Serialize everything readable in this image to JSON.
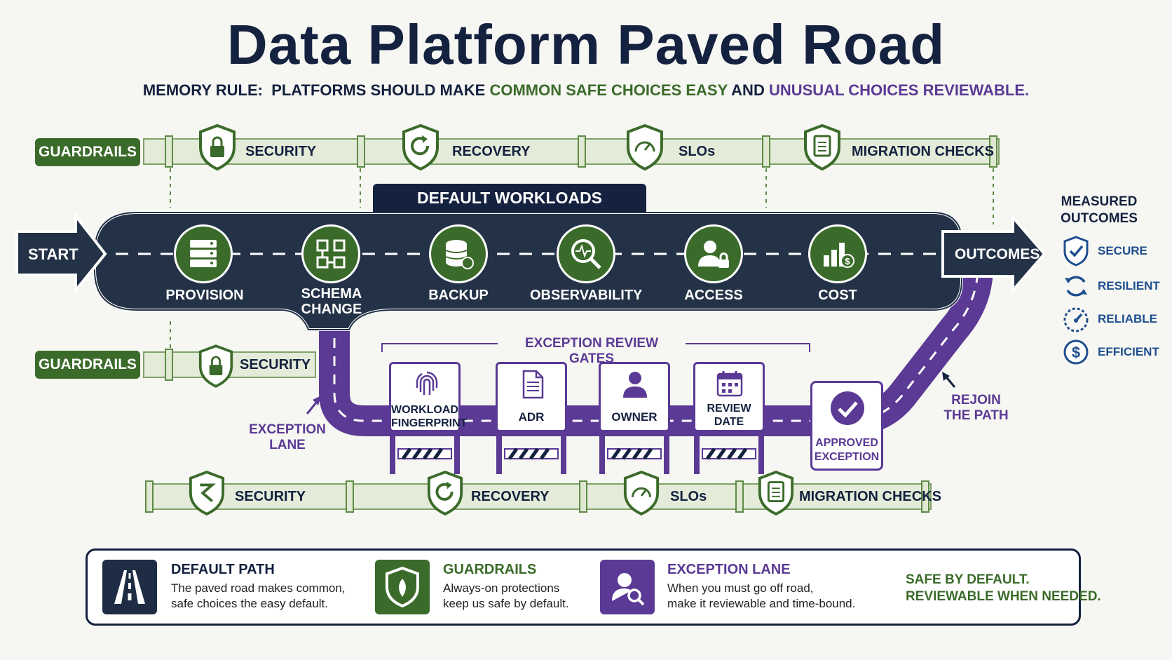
{
  "title": "Data Platform Paved Road",
  "rule": {
    "prefix": "MEMORY RULE:",
    "part1": "PLATFORMS SHOULD MAKE",
    "safe": "COMMON SAFE CHOICES EASY",
    "and": "AND",
    "unusual": "UNUSUAL CHOICES REVIEWABLE."
  },
  "guardrails_top": {
    "badge": "GUARDRAILS",
    "items": [
      "SECURITY",
      "RECOVERY",
      "SLOs",
      "MIGRATION CHECKS"
    ]
  },
  "guardrails_mid": {
    "badge": "GUARDRAILS",
    "items": [
      "SECURITY"
    ]
  },
  "guardrails_bottom": {
    "items": [
      "SECURITY",
      "RECOVERY",
      "SLOs",
      "MIGRATION CHECKS"
    ]
  },
  "road": {
    "header": "DEFAULT  WORKLOADS",
    "start": "START",
    "end": "OUTCOMES",
    "steps": [
      "PROVISION",
      "SCHEMA",
      "CHANGE",
      "BACKUP",
      "OBSERVABILITY",
      "ACCESS",
      "COST"
    ]
  },
  "exception": {
    "gates_title": "EXCEPTION REVIEW GATES",
    "gates": [
      {
        "l1": "WORKLOAD",
        "l2": "FINGERPRINT"
      },
      {
        "l1": "ADR",
        "l2": ""
      },
      {
        "l1": "OWNER",
        "l2": ""
      },
      {
        "l1": "REVIEW",
        "l2": "DATE"
      }
    ],
    "approved_l1": "APPROVED",
    "approved_l2": "EXCEPTION",
    "lane_l1": "EXCEPTION",
    "lane_l2": "LANE",
    "rejoin_l1": "REJOIN",
    "rejoin_l2": "THE PATH"
  },
  "measured": {
    "title_l1": "MEASURED",
    "title_l2": "OUTCOMES",
    "items": [
      "SECURE",
      "RESILIENT",
      "RELIABLE",
      "EFFICIENT"
    ]
  },
  "legend": {
    "default_title": "DEFAULT PATH",
    "default_l1": "The paved road makes common,",
    "default_l2": "safe choices the easy default.",
    "guard_title": "GUARDRAILS",
    "guard_l1": "Always-on protections",
    "guard_l2": "keep us safe by default.",
    "exc_title": "EXCEPTION LANE",
    "exc_l1": "When you must go off road,",
    "exc_l2": "make it reviewable and time-bound.",
    "tag_l1": "SAFE BY DEFAULT.",
    "tag_l2": "REVIEWABLE WHEN NEEDED."
  },
  "colors": {
    "navy": "#14213f",
    "green": "#3b6b2a",
    "purple": "#5a3a94",
    "blue": "#1e4f8f"
  }
}
